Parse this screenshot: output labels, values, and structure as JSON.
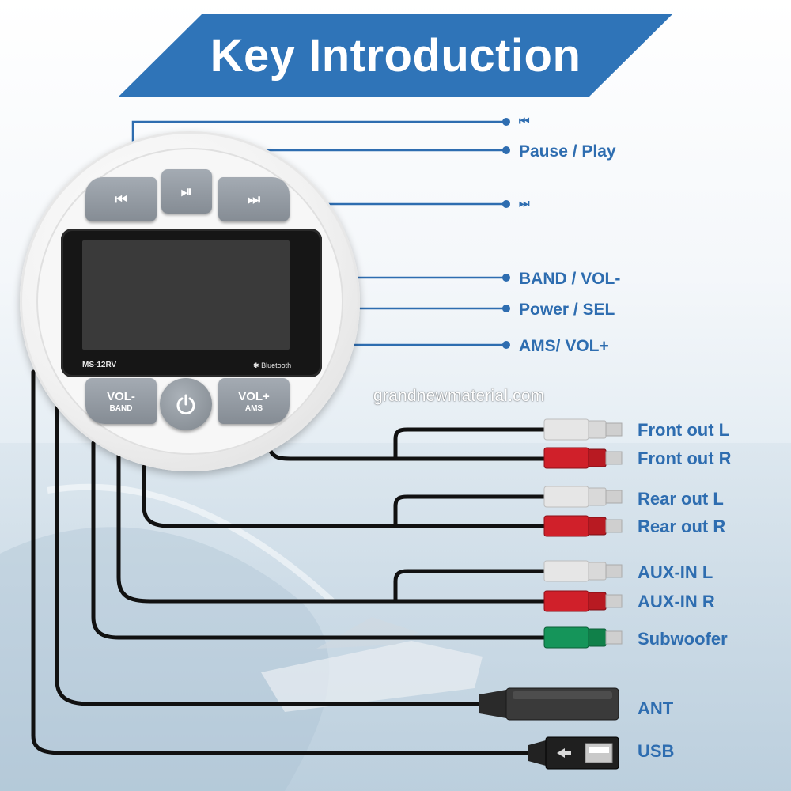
{
  "title": "Key Introduction",
  "watermark": "grandnewmaterial.com",
  "device": {
    "model": "MS-12RV",
    "bluetooth": "Bluetooth",
    "keys": {
      "prev": "⏮",
      "play": "⏯",
      "next": "⏭",
      "vol_minus": "VOL-",
      "vol_minus_sub": "BAND",
      "vol_plus": "VOL+",
      "vol_plus_sub": "AMS"
    }
  },
  "key_labels": {
    "prev": "⏮",
    "pause_play": "Pause / Play",
    "next": "⏭",
    "band_vol": "BAND / VOL-",
    "power_sel": "Power / SEL",
    "ams_vol": "AMS/ VOL+"
  },
  "connectors": {
    "front_l": "Front out L",
    "front_r": "Front out R",
    "rear_l": "Rear out L",
    "rear_r": "Rear out R",
    "aux_l": "AUX-IN L",
    "aux_r": "AUX-IN R",
    "subwoofer": "Subwoofer",
    "ant": "ANT",
    "usb": "USB"
  },
  "colors": {
    "brand_blue": "#2f74b8",
    "label_blue": "#2e6db0",
    "rca_white": "#e6e6e6",
    "rca_red": "#d0202a",
    "rca_green": "#15955a"
  }
}
